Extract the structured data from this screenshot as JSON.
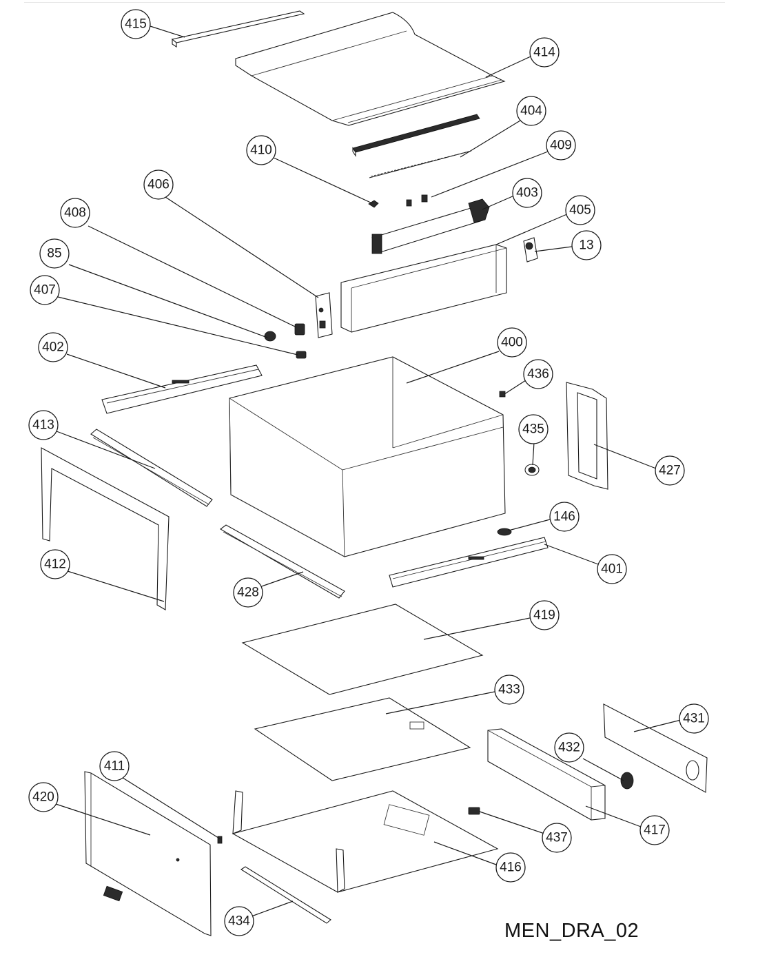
{
  "drawing": {
    "code": "MEN_DRA_02"
  },
  "callouts": [
    {
      "id": "c415",
      "label": "415"
    },
    {
      "id": "c414",
      "label": "414"
    },
    {
      "id": "c404",
      "label": "404"
    },
    {
      "id": "c409",
      "label": "409"
    },
    {
      "id": "c410",
      "label": "410"
    },
    {
      "id": "c406",
      "label": "406"
    },
    {
      "id": "c403",
      "label": "403"
    },
    {
      "id": "c405",
      "label": "405"
    },
    {
      "id": "c408",
      "label": "408"
    },
    {
      "id": "c13",
      "label": "13"
    },
    {
      "id": "c85",
      "label": "85"
    },
    {
      "id": "c407",
      "label": "407"
    },
    {
      "id": "c402",
      "label": "402"
    },
    {
      "id": "c400",
      "label": "400"
    },
    {
      "id": "c436",
      "label": "436"
    },
    {
      "id": "c413",
      "label": "413"
    },
    {
      "id": "c435",
      "label": "435"
    },
    {
      "id": "c427",
      "label": "427"
    },
    {
      "id": "c146",
      "label": "146"
    },
    {
      "id": "c412",
      "label": "412"
    },
    {
      "id": "c401",
      "label": "401"
    },
    {
      "id": "c428",
      "label": "428"
    },
    {
      "id": "c419",
      "label": "419"
    },
    {
      "id": "c433",
      "label": "433"
    },
    {
      "id": "c431",
      "label": "431"
    },
    {
      "id": "c432",
      "label": "432"
    },
    {
      "id": "c411",
      "label": "411"
    },
    {
      "id": "c420",
      "label": "420"
    },
    {
      "id": "c417",
      "label": "417"
    },
    {
      "id": "c437",
      "label": "437"
    },
    {
      "id": "c416",
      "label": "416"
    },
    {
      "id": "c434",
      "label": "434"
    }
  ]
}
